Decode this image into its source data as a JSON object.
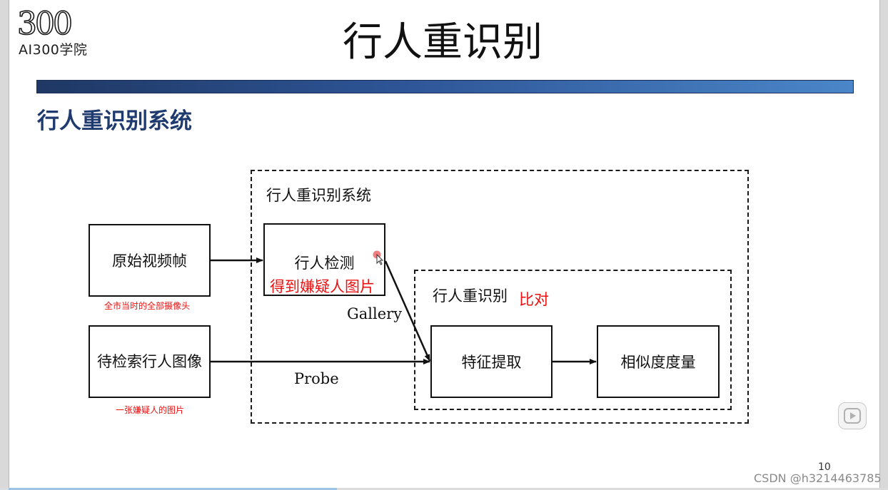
{
  "logo": {
    "number": "300",
    "subtitle": "AI300学院"
  },
  "slide": {
    "title": "行人重识别",
    "section_heading": "行人重识别系统",
    "page_number": "10"
  },
  "diagram": {
    "outer_group_label": "行人重识别系统",
    "inner_group_label": "行人重识别",
    "inner_group_note": "比对",
    "boxes": {
      "raw_frames": "原始视频帧",
      "query_image": "待检索行人图像",
      "detection": "行人检测",
      "feature_extraction": "特征提取",
      "similarity": "相似度度量"
    },
    "detection_note": "得到嫌疑人图片",
    "raw_frames_note": "全市当时的全部摄像头",
    "query_image_note": "一张嫌疑人的图片",
    "edge_labels": {
      "gallery": "Gallery",
      "probe": "Probe"
    }
  },
  "watermark": "CSDN @h3214463785",
  "colors": {
    "title_bar_start": "#1f3864",
    "title_bar_end": "#4a86c9",
    "heading": "#1f3a6e",
    "annotation_red": "#ee1010"
  }
}
